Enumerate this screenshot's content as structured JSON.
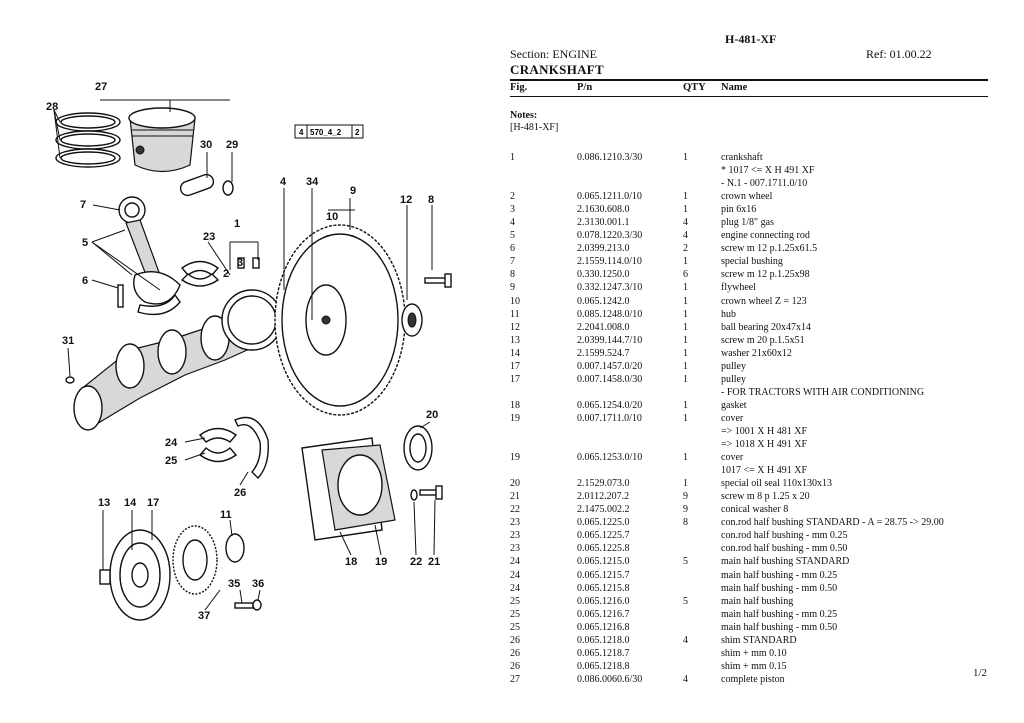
{
  "doc_id": "H-481-XF",
  "section": "Section: ENGINE",
  "ref": "Ref: 01.00.22",
  "title": "CRANKSHAFT",
  "columns": {
    "fig": "Fig.",
    "pn": "P/n",
    "qty": "QTY",
    "name": "Name"
  },
  "notes_label": "Notes:",
  "notes_value": "[H-481-XF]",
  "page_number": "1/2",
  "diagram": {
    "ref_box": [
      "4",
      "570_4_2",
      "2"
    ],
    "callouts": [
      "27",
      "28",
      "30",
      "29",
      "4",
      "34",
      "9",
      "12",
      "8",
      "10",
      "7",
      "1",
      "23",
      "5",
      "2",
      "3",
      "6",
      "31",
      "20",
      "24",
      "25",
      "26",
      "13",
      "14",
      "17",
      "11",
      "18",
      "19",
      "22",
      "21",
      "35",
      "36",
      "37"
    ]
  },
  "rows": [
    {
      "fig": "1",
      "pn": "0.086.1210.3/30",
      "qty": "1",
      "name": "crankshaft"
    },
    {
      "fig": "",
      "pn": "",
      "qty": "",
      "name": "* 1017 <= X H 491 XF"
    },
    {
      "fig": "",
      "pn": "",
      "qty": "",
      "name": "- N.1 - 007.1711.0/10"
    },
    {
      "fig": "2",
      "pn": "0.065.1211.0/10",
      "qty": "1",
      "name": "crown wheel"
    },
    {
      "fig": "3",
      "pn": "2.1630.608.0",
      "qty": "1",
      "name": "pin 6x16"
    },
    {
      "fig": "4",
      "pn": "2.3130.001.1",
      "qty": "4",
      "name": "plug 1/8\" gas"
    },
    {
      "fig": "5",
      "pn": "0.078.1220.3/30",
      "qty": "4",
      "name": "engine connecting rod"
    },
    {
      "fig": "6",
      "pn": "2.0399.213.0",
      "qty": "2",
      "name": "screw m 12 p.1.25x61.5"
    },
    {
      "fig": "7",
      "pn": "2.1559.114.0/10",
      "qty": "1",
      "name": "special bushing"
    },
    {
      "fig": "8",
      "pn": "0.330.1250.0",
      "qty": "6",
      "name": "screw m 12 p.1.25x98"
    },
    {
      "fig": "9",
      "pn": "0.332.1247.3/10",
      "qty": "1",
      "name": "flywheel"
    },
    {
      "fig": "10",
      "pn": "0.065.1242.0",
      "qty": "1",
      "name": "crown wheel Z = 123"
    },
    {
      "fig": "11",
      "pn": "0.085.1248.0/10",
      "qty": "1",
      "name": "hub"
    },
    {
      "fig": "12",
      "pn": "2.2041.008.0",
      "qty": "1",
      "name": "ball bearing 20x47x14"
    },
    {
      "fig": "13",
      "pn": "2.0399.144.7/10",
      "qty": "1",
      "name": "screw m 20 p.1.5x51"
    },
    {
      "fig": "14",
      "pn": "2.1599.524.7",
      "qty": "1",
      "name": "washer 21x60x12"
    },
    {
      "fig": "17",
      "pn": "0.007.1457.0/20",
      "qty": "1",
      "name": "pulley"
    },
    {
      "fig": "17",
      "pn": "0.007.1458.0/30",
      "qty": "1",
      "name": "pulley"
    },
    {
      "fig": "",
      "pn": "",
      "qty": "",
      "name": "- FOR TRACTORS WITH AIR CONDITIONING"
    },
    {
      "fig": "18",
      "pn": "0.065.1254.0/20",
      "qty": "1",
      "name": "gasket"
    },
    {
      "fig": "19",
      "pn": "0.007.1711.0/10",
      "qty": "1",
      "name": "cover"
    },
    {
      "fig": "",
      "pn": "",
      "qty": "",
      "name": "=> 1001 X H 481 XF"
    },
    {
      "fig": "",
      "pn": "",
      "qty": "",
      "name": "=> 1018 X H 491 XF"
    },
    {
      "fig": "19",
      "pn": "0.065.1253.0/10",
      "qty": "1",
      "name": "cover"
    },
    {
      "fig": "",
      "pn": "",
      "qty": "",
      "name": "1017 <= X H 491 XF"
    },
    {
      "fig": "20",
      "pn": "2.1529.073.0",
      "qty": "1",
      "name": "special oil seal 110x130x13"
    },
    {
      "fig": "21",
      "pn": "2.0112.207.2",
      "qty": "9",
      "name": "screw m 8 p 1.25 x 20"
    },
    {
      "fig": "22",
      "pn": "2.1475.002.2",
      "qty": "9",
      "name": "conical washer 8"
    },
    {
      "fig": "23",
      "pn": "0.065.1225.0",
      "qty": "8",
      "name": "con.rod half bushing STANDARD - A = 28.75 -> 29.00"
    },
    {
      "fig": "23",
      "pn": "0.065.1225.7",
      "qty": "",
      "name": "con.rod half bushing - mm 0.25"
    },
    {
      "fig": "23",
      "pn": "0.065.1225.8",
      "qty": "",
      "name": "con.rod half bushing - mm 0.50"
    },
    {
      "fig": "24",
      "pn": "0.065.1215.0",
      "qty": "5",
      "name": "main half bushing STANDARD"
    },
    {
      "fig": "24",
      "pn": "0.065.1215.7",
      "qty": "",
      "name": "main half bushing - mm 0.25"
    },
    {
      "fig": "24",
      "pn": "0.065.1215.8",
      "qty": "",
      "name": "main half bushing - mm 0.50"
    },
    {
      "fig": "25",
      "pn": "0.065.1216.0",
      "qty": "5",
      "name": "main half bushing"
    },
    {
      "fig": "25",
      "pn": "0.065.1216.7",
      "qty": "",
      "name": "main half bushing - mm 0.25"
    },
    {
      "fig": "25",
      "pn": "0.065.1216.8",
      "qty": "",
      "name": "main half bushing - mm 0.50"
    },
    {
      "fig": "26",
      "pn": "0.065.1218.0",
      "qty": "4",
      "name": "shim STANDARD"
    },
    {
      "fig": "26",
      "pn": "0.065.1218.7",
      "qty": "",
      "name": "shim + mm 0.10"
    },
    {
      "fig": "26",
      "pn": "0.065.1218.8",
      "qty": "",
      "name": "shim + mm 0.15"
    },
    {
      "fig": "27",
      "pn": "0.086.0060.6/30",
      "qty": "4",
      "name": "complete piston"
    }
  ]
}
